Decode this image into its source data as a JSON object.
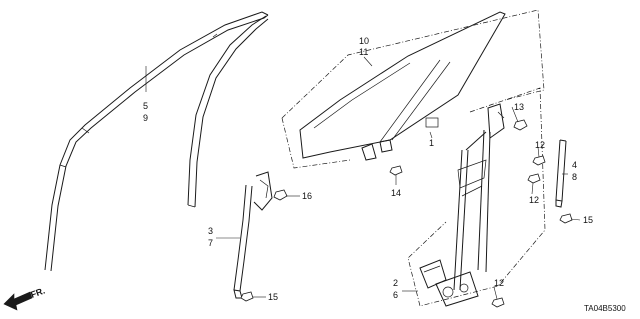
{
  "callouts": {
    "c10": "10",
    "c11": "11",
    "c5": "5",
    "c9": "9",
    "c13": "13",
    "c1": "1",
    "c12a": "12",
    "c12b": "12",
    "c12c": "12",
    "c4": "4",
    "c8": "8",
    "c16": "16",
    "c14": "14",
    "c3": "3",
    "c7": "7",
    "c15a": "15",
    "c15b": "15",
    "c2": "2",
    "c6": "6"
  },
  "direction": {
    "label": "FR."
  },
  "diagram_code": "TA04B5300"
}
